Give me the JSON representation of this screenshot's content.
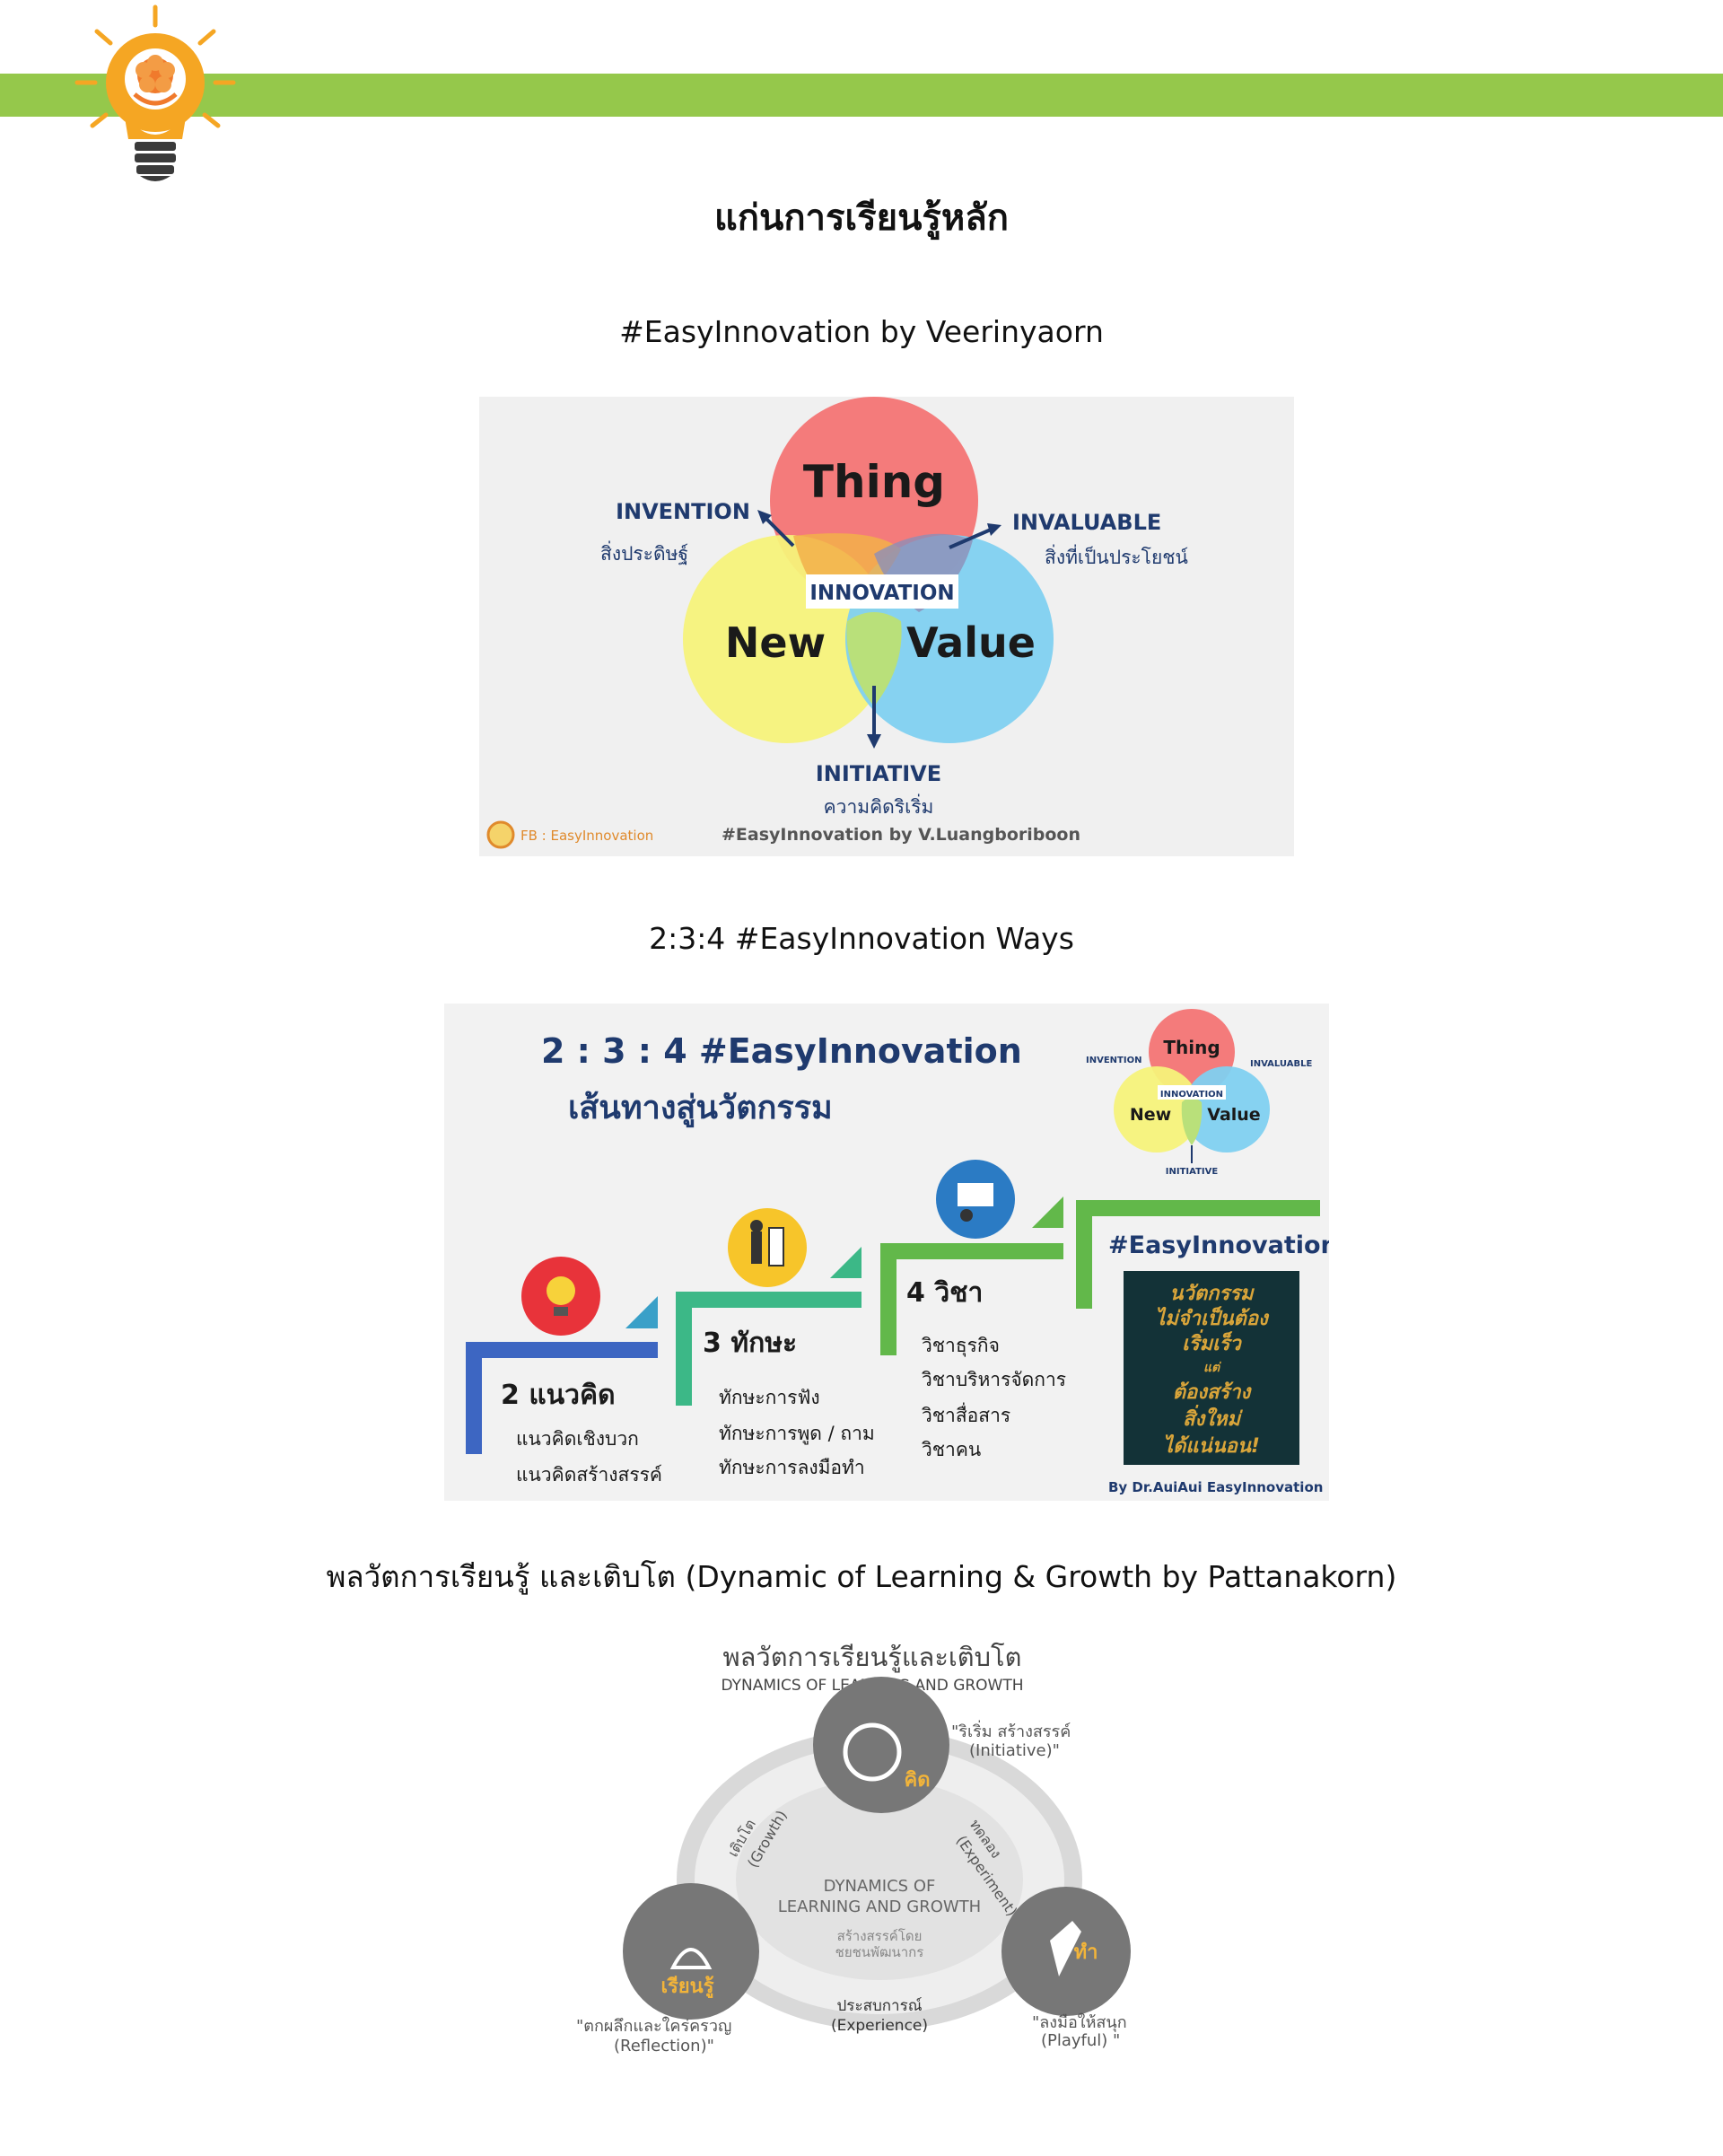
{
  "page_title": "แก่นการเรียนรู้หลัก",
  "section1": {
    "heading": "#EasyInnovation by Veerinyaorn",
    "figure": {
      "circle_thing": "Thing",
      "circle_new": "New",
      "circle_value": "Value",
      "center": "INNOVATION",
      "invention": "INVENTION",
      "invention_th": "สิ่งประดิษฐ์",
      "invaluable": "INVALUABLE",
      "invaluable_th": "สิ่งที่เป็นประโยชน์",
      "initiative": "INITIATIVE",
      "initiative_th": "ความคิดริเริ่ม",
      "fb": "FB : EasyInnovation",
      "credit": "#EasyInnovation by V.Luangboriboon"
    }
  },
  "section2": {
    "heading": "2:3:4 #EasyInnovation Ways",
    "figure": {
      "title_line1": "2 : 3 : 4 #EasyInnovation",
      "title_line2": "เส้นทางสู่นวัตกรรม",
      "mini_thing": "Thing",
      "mini_new": "New",
      "mini_value": "Value",
      "mini_center": "INNOVATION",
      "mini_invention": "INVENTION",
      "mini_invaluable": "INVALUABLE",
      "mini_initiative": "INITIATIVE",
      "step1_title": "2 แนวคิด",
      "step1_items": [
        "แนวคิดเชิงบวก",
        "แนวคิดสร้างสรรค์"
      ],
      "step2_title": "3 ทักษะ",
      "step2_items": [
        "ทักษะการฟัง",
        "ทักษะการพูด / ถาม",
        "ทักษะการลงมือทำ"
      ],
      "step3_title": "4 วิชา",
      "step3_items": [
        "วิชาธุรกิจ",
        "วิชาบริหารจัดการ",
        "วิชาสื่อสาร",
        "วิชาคน"
      ],
      "step4_title": "#EasyInnovation",
      "board_lines": [
        "นวัตกรรม",
        "ไม่จำเป็นต้อง",
        "เริ่มเร็ว",
        "แต่",
        "ต้องสร้าง",
        "สิ่งใหม่",
        "ได้แน่นอน!"
      ],
      "credit": "By Dr.AuiAui EasyInnovation"
    }
  },
  "section3": {
    "heading": "พลวัตการเรียนรู้ และเติบโต (Dynamic of Learning & Growth by Pattanakorn)",
    "figure": {
      "title_th": "พลวัตการเรียนรู้และเติบโต",
      "title_en": "DYNAMICS OF LEARNING AND GROWTH",
      "node_think": "คิด",
      "node_do": "ทำ",
      "node_learn": "เรียนรู้",
      "quote_initiative_1": "\"ริเริ่ม สร้างสรรค์",
      "quote_initiative_2": "(Initiative)\"",
      "quote_playful_1": "\"ลงมือให้สนุก",
      "quote_playful_2": "(Playful) \"",
      "quote_reflection_1": "\"ตกผลึกและใคร่ครวญ",
      "quote_reflection_2": "(Reflection)\"",
      "arc_experiment_1": "ทดลอง",
      "arc_experiment_2": "(Experiment)",
      "arc_growth_1": "เติบโต",
      "arc_growth_2": "(Growth)",
      "arc_experience_1": "ประสบการณ์",
      "arc_experience_2": "(Experience)",
      "center_1": "DYNAMICS OF",
      "center_2": "LEARNING AND GROWTH",
      "center_3": "สร้างสรรค์โดย",
      "center_4": "ชยชนพัฒนากร"
    }
  },
  "colors": {
    "band": "#95c84b",
    "bulb": "#f5a623",
    "navy": "#1f3a6e"
  }
}
